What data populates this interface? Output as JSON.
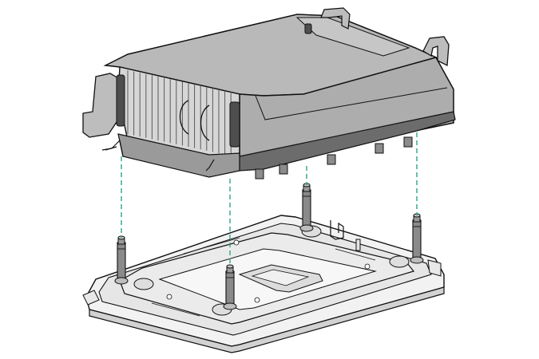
{
  "figure": {
    "kind": "technical-illustration",
    "subject_parts": [
      "heatsink-assembly",
      "processor-socket-frame",
      "alignment-posts"
    ],
    "guide_line_count": 4,
    "post_count": 4
  },
  "colors": {
    "background": "#ffffff",
    "outline": "#111111",
    "heatsink_top": "#b9b9b9",
    "heatsink_side": "#a9a9a9",
    "heatsink_fins": "#d8d8d8",
    "heatsink_dark": "#5a5a5a",
    "frame": "#e9e9e9",
    "frame_shadow": "#cfcfcf",
    "post": "#8a8a8a",
    "guide_line": "#2aa58f"
  }
}
